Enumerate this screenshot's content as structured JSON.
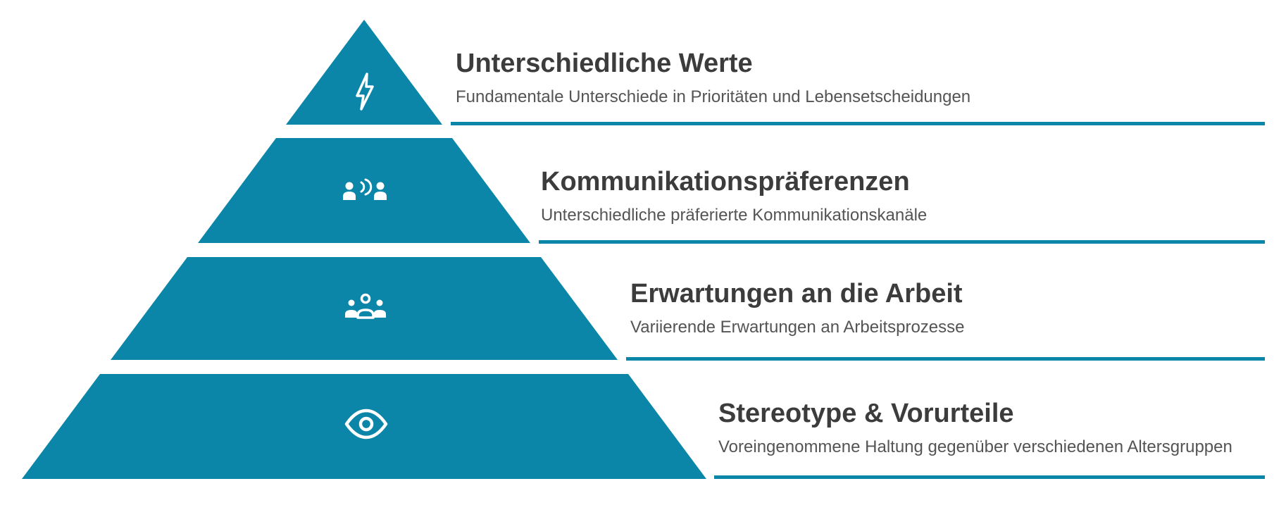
{
  "diagram": {
    "type": "pyramid",
    "levels_count": 4
  },
  "colors": {
    "pyramid": "#0b86a8",
    "separator_line": "#0b86a8",
    "title_text": "#3c3c3c",
    "subtitle_text": "#545454",
    "icon": "#ffffff",
    "background": "#ffffff"
  },
  "levels": [
    {
      "title": "Unterschiedliche Werte",
      "subtitle": "Fundamentale Unterschiede in Prioritäten und Lebensetscheidungen",
      "icon": "lightning-bolt-icon"
    },
    {
      "title": "Kommunikationspräferenzen",
      "subtitle": "Unterschiedliche präferierte Kommunikationskanäle",
      "icon": "people-conversation-icon"
    },
    {
      "title": "Erwartungen an die Arbeit",
      "subtitle": "Variierende Erwartungen an Arbeitsprozesse",
      "icon": "people-group-icon"
    },
    {
      "title": "Stereotype & Vorurteile",
      "subtitle": "Voreingenommene Haltung gegenüber verschiedenen Altersgruppen",
      "icon": "eye-icon"
    }
  ]
}
